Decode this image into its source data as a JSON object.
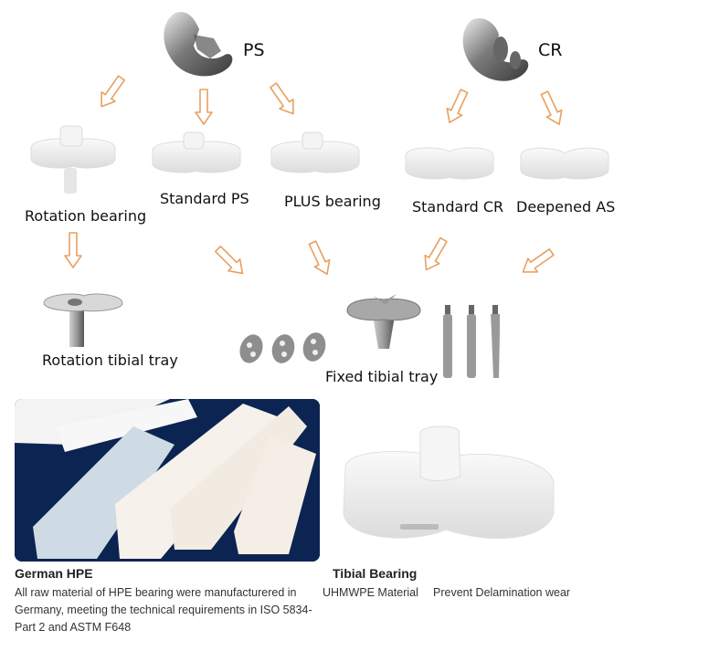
{
  "colors": {
    "arrow": "#e8a060",
    "photo_bg": "#0c2452",
    "bearing": "#f2f2f2",
    "metal": "#8c8c8c"
  },
  "femoral": {
    "ps_label": "PS",
    "cr_label": "CR"
  },
  "bearings": [
    {
      "label": "Rotation bearing"
    },
    {
      "label": "Standard PS"
    },
    {
      "label": "PLUS bearing"
    },
    {
      "label": "Standard CR"
    },
    {
      "label": "Deepened AS"
    }
  ],
  "trays": {
    "rotation": "Rotation tibial tray",
    "fixed": "Fixed tibial  tray"
  },
  "components": {
    "augments": "augment-blocks",
    "stems": "stem-extensions"
  },
  "captions": {
    "hpe": {
      "title": "German HPE",
      "text": "All raw material of HPE bearing were manufacturered in Germany, meeting the technical requirements in ISO 5834-Part 2 and ASTM F648"
    },
    "tibial": {
      "title": "Tibial Bearing",
      "feature1": "UHMWPE Material",
      "feature2": "Prevent Delamination wear"
    }
  }
}
